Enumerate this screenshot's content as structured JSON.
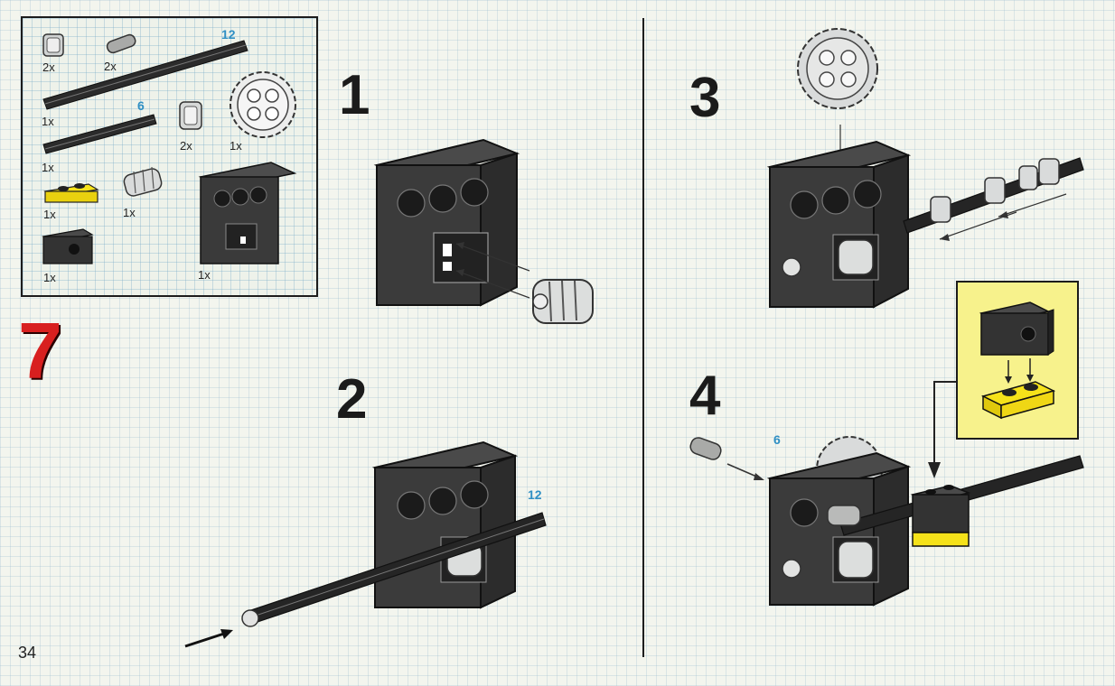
{
  "page_number": "34",
  "page_step": "7",
  "parts": {
    "qty_bush_2x": "2x",
    "qty_pin_2x": "2x",
    "length_12": "12",
    "qty_axle12_1x": "1x",
    "length_6": "6",
    "qty_axle6_1x": "1x",
    "qty_halfbush_2x": "2x",
    "qty_gear_1x": "1x",
    "qty_plate_1x": "1x",
    "qty_worm_1x": "1x",
    "qty_brick_1x": "1x",
    "qty_gearbox_1x": "1x"
  },
  "steps": {
    "s1": "1",
    "s2": "2",
    "s3": "3",
    "s4": "4"
  },
  "callouts": {
    "axle_len_step2": "12",
    "axle_len_step4": "6"
  },
  "colors": {
    "page_step_red": "#d81f1f",
    "length_blue": "#2f8fc4",
    "brick_dark": "#3a3a3a",
    "plate_yellow": "#f5e21a",
    "inset_yellow": "#f7f28c"
  }
}
